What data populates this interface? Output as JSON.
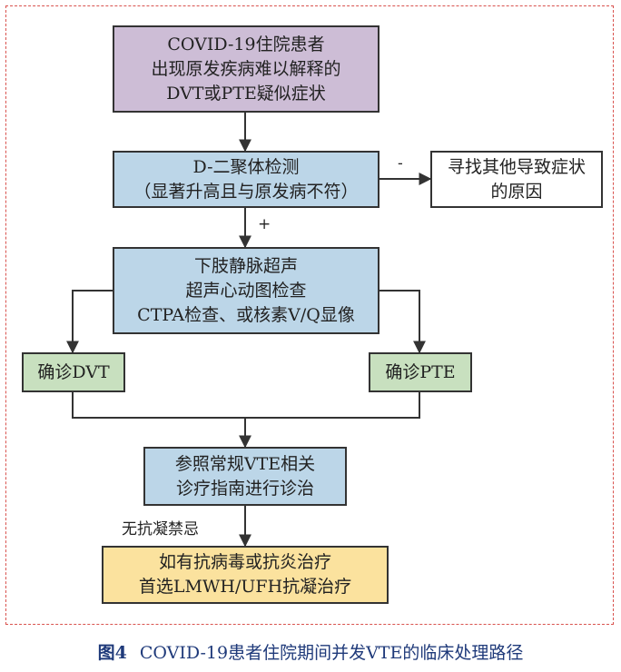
{
  "nodes": {
    "start": [
      "COVID-19住院患者",
      "出现原发疾病难以解释的",
      "DVT或PTE疑似症状"
    ],
    "ddimer": [
      "D-二聚体检测",
      "（显著升高且与原发病不符）"
    ],
    "other": [
      "寻找其他导致症状",
      "的原因"
    ],
    "imaging": [
      "下肢静脉超声",
      "超声心动图检查",
      "CTPA检查、或核素V/Q显像"
    ],
    "dvt": [
      "确诊DVT"
    ],
    "pte": [
      "确诊PTE"
    ],
    "guide": [
      "参照常规VTE相关",
      "诊疗指南进行诊治"
    ],
    "treat": [
      "如有抗病毒或抗炎治疗",
      "首选LMWH/UFH抗凝治疗"
    ]
  },
  "edge_labels": {
    "negative": "-",
    "positive": "+",
    "no_contra": "无抗凝禁忌"
  },
  "caption": {
    "figure": "图4",
    "title": "COVID-19患者住院期间并发VTE的临床处理路径"
  },
  "colors": {
    "start": "#cdbdd6",
    "process": "#bcd6e8",
    "diagnosis": "#c8e0bf",
    "treatment": "#fbe29e",
    "frame": "#d9534f",
    "caption": "#1f3a7a"
  }
}
